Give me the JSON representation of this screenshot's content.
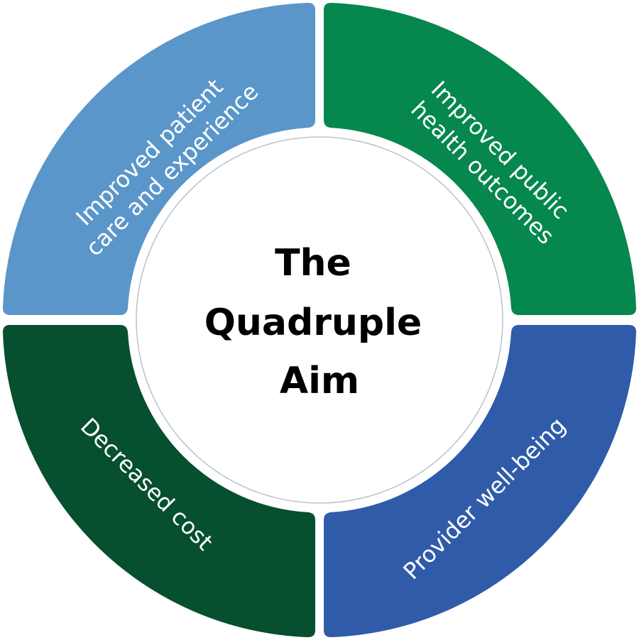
{
  "diagram": {
    "center": {
      "lines": [
        "The",
        "Quadruple",
        "Aim"
      ]
    },
    "segments": [
      {
        "id": "top-left",
        "lines": [
          "Improved patient",
          "care and experience"
        ],
        "color": "#5a96c9"
      },
      {
        "id": "top-right",
        "lines": [
          "Improved public",
          "health outcomes"
        ],
        "color": "#05874e"
      },
      {
        "id": "bottom-right",
        "lines": [
          "Provider well-being"
        ],
        "color": "#2f5ba9"
      },
      {
        "id": "bottom-left",
        "lines": [
          "Decreased cost"
        ],
        "color": "#064f2f"
      }
    ],
    "center_fill": "#ffffff",
    "center_stroke": "#b9c2c8"
  }
}
